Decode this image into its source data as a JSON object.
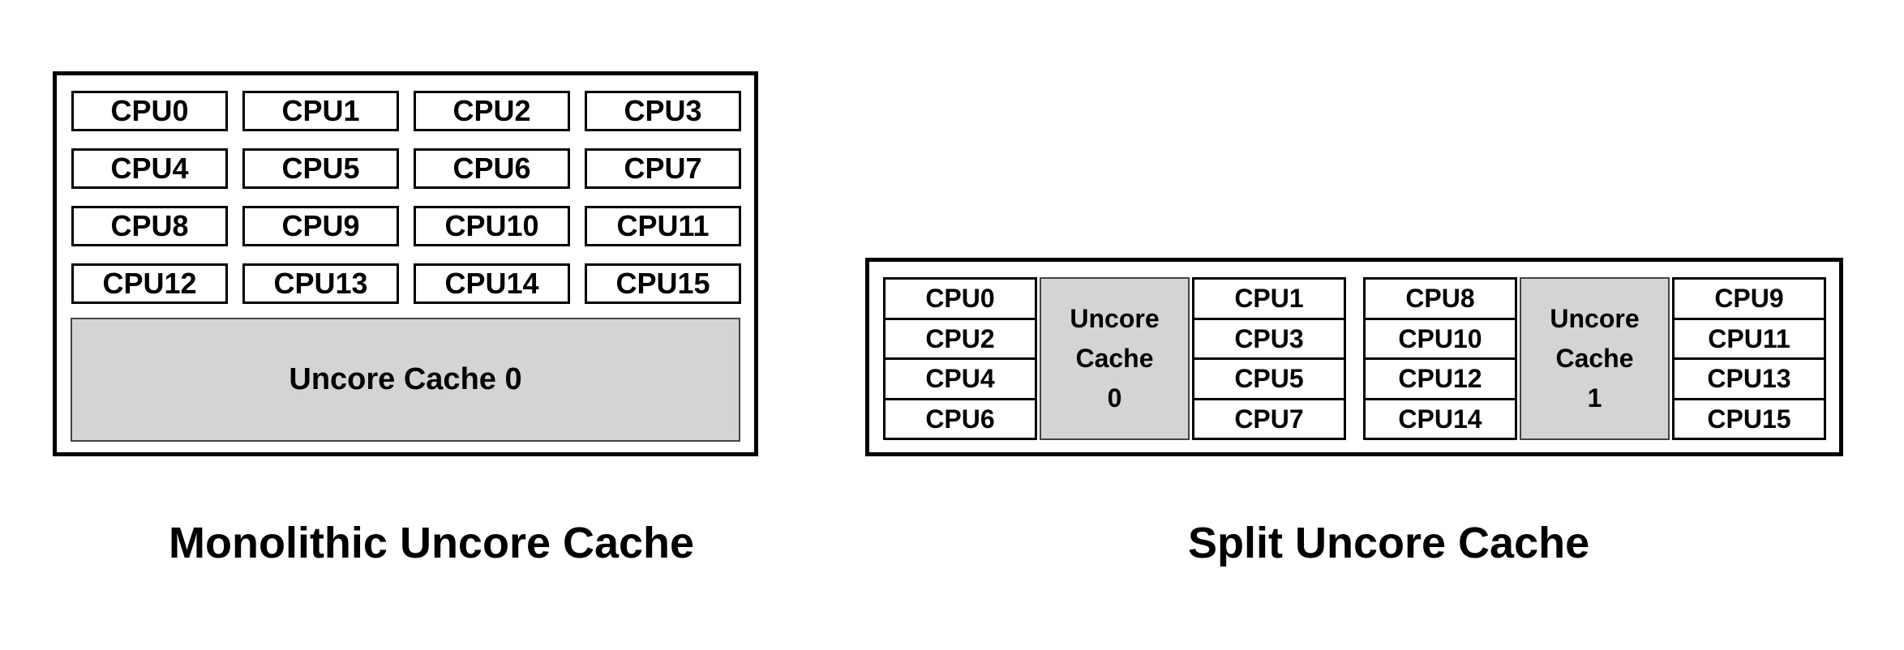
{
  "monolithic": {
    "caption": "Monolithic Uncore Cache",
    "cpus": [
      "CPU0",
      "CPU1",
      "CPU2",
      "CPU3",
      "CPU4",
      "CPU5",
      "CPU6",
      "CPU7",
      "CPU8",
      "CPU9",
      "CPU10",
      "CPU11",
      "CPU12",
      "CPU13",
      "CPU14",
      "CPU15"
    ],
    "cache_label": "Uncore Cache 0"
  },
  "split": {
    "caption": "Split Uncore Cache",
    "clusters": [
      {
        "left_cpus": [
          "CPU0",
          "CPU2",
          "CPU4",
          "CPU6"
        ],
        "cache_lines": [
          "Uncore",
          "Cache",
          "0"
        ],
        "right_cpus": [
          "CPU1",
          "CPU3",
          "CPU5",
          "CPU7"
        ]
      },
      {
        "left_cpus": [
          "CPU8",
          "CPU10",
          "CPU12",
          "CPU14"
        ],
        "cache_lines": [
          "Uncore",
          "Cache",
          "1"
        ],
        "right_cpus": [
          "CPU9",
          "CPU11",
          "CPU13",
          "CPU15"
        ]
      }
    ]
  },
  "colors": {
    "background": "#ffffff",
    "box_border": "#000000",
    "cache_fill": "#d4d4d4",
    "cache_border": "#444444",
    "text": "#000000"
  }
}
